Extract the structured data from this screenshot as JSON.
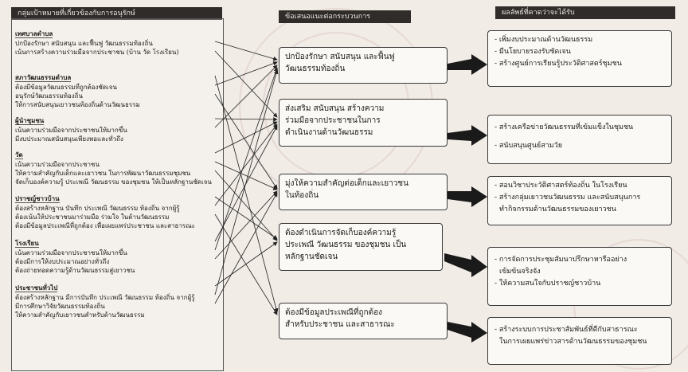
{
  "left_header": "กลุ่มเป้าหมายที่เกี่ยวข้องกับการอนุรักษ์",
  "middle_header": "ข้อเสนอแนะต่อกระบวนการ",
  "right_header": "ผลลัพธ์ที่คาดว่าจะได้รับ",
  "left_groups": [
    {
      "header": "เทศบาลตำบล",
      "items": [
        "ปกป้องรักษา สนับสนุน และฟื้นฟู วัฒนธรรมท้องถิ่น",
        "เน้นการสร้างความร่วมมือจากประชาชน (บ้าน วัด โรงเรียน)"
      ]
    },
    {
      "header": "สภาวัฒนธรรมตำบล",
      "items": [
        "ต้องมีข้อมูลวัฒนธรรมที่ถูกต้องชัดเจน",
        "อนุรักษ์วัฒนธรรมท้องถิ่น",
        "ให้การสนับสนุนเยาวชนท้องถิ่นด้านวัฒนธรรม"
      ]
    },
    {
      "header": "ผู้นำชุมชน",
      "items": [
        "เน้นความร่วมมือจากประชาชนให้มากขึ้น",
        "มีงบประมาณสนับสนุนเพียงพอและทั่วถึง"
      ]
    },
    {
      "header": "วัด",
      "items": [
        "เน้นความร่วมมือจากประชาชน",
        "ให้ความสำคัญกับเด็กและเยาวชน ในการพัฒนาวัฒนธรรมชุมชน",
        "จัดเก็บองค์ความรู้ ประเพณี วัฒนธรรม ของชุมชน ให้เป็นหลักฐานชัดเจน"
      ]
    },
    {
      "header": "ปราชญ์ชาวบ้าน",
      "items": [
        "ต้องสร้างหลักฐาน บันทึก ประเพณี วัฒนธรรม ท้องถิ่น จากผู้รู้",
        "ต้องเน้นให้ประชาชนมาร่วมมือ ร่วมใจ ในด้านวัฒนธรรม",
        "ต้องมีข้อมูลประเพณีที่ถูกต้อง เพื่อเผยแพร่ประชาชน และสาธารณะ"
      ]
    },
    {
      "header": "โรงเรียน",
      "items": [
        "เน้นความร่วมมือจากประชาชนให้มากขึ้น",
        "ต้องมีการให้งบประมาณอย่างทั่วถึง",
        "ต้องถ่ายทอดความรู้ด้านวัฒนธรรมสู่เยาวชน"
      ]
    },
    {
      "header": "ประชาชนทั่วไป",
      "items": [
        "ต้องสร้างหลักฐาน มีการบันทึก ประเพณี วัฒนธรรม ท้องถิ่น จากผู้รู้",
        "มีการศึกษาวิจัยวัฒนธรรมท้องถิ่น",
        "ให้ความสำคัญกับเยาวชนสำหรับด้านวัฒนธรรม"
      ]
    }
  ],
  "middle_boxes": [
    {
      "lines": [
        "ปกป้องรักษา สนับสนุน และฟื้นฟู",
        "วัฒนธรรมท้องถิ่น"
      ]
    },
    {
      "lines": [
        "ส่งเสริม สนับสนุน สร้างความ",
        "ร่วมมือจากประชาชนในการ",
        "ดำเนินงานด้านวัฒนธรรม"
      ]
    },
    {
      "lines": [
        "มุ่งให้ความสำคัญต่อเด็กและเยาวชน",
        "ในท้องถิ่น"
      ]
    },
    {
      "lines": [
        "ต้องดำเนินการจัดเก็บองค์ความรู้",
        "ประเพณี วัฒนธรรม ของชุมชน เป็น",
        "หลักฐานชัดเจน"
      ]
    },
    {
      "lines": [
        "ต้องมีข้อมูลประเพณีที่ถูกต้อง",
        "สำหรับประชาชน และสาธารณะ"
      ]
    }
  ],
  "result_boxes": [
    {
      "items": [
        "- เพิ่มงบประมาณด้านวัฒนธรรม",
        "- มีนโยบายรองรับชัดเจน",
        "- สร้างศูนย์การเรียนรู้ประวัติศาสตร์ชุมชน"
      ]
    },
    {
      "items": [
        "- สร้างเครือข่ายวัฒนธรรมที่เข้มแข็งในชุมชน",
        "- สนับสนุนศูนย์สามวัย"
      ]
    },
    {
      "items": [
        "- สอนวิชาประวัติศาสตร์ท้องถิ่น ในโรงเรียน",
        "- สร้างกลุ่มเยาวชนวัฒนธรรม และสนับสนุนการ",
        "ทำกิจกรรมด้านวัฒนธรรมของเยาวชน"
      ]
    },
    {
      "items": [
        "- การจัดการประชุมสัมนาปรึกษาหารืออย่าง",
        "เข้มข้นจริงจัง",
        "- ให้ความสนใจกับปราชญ์ชาวบ้าน"
      ]
    },
    {
      "items": [
        "- สร้างระบบการประชาสัมพันธ์ที่ดีกับสาธารณะ",
        "ในการเผยแพร่ข่าวสารด้านวัฒนธรรมของชุมชน"
      ]
    }
  ],
  "colors": {
    "header_bg": "#2f2c2a",
    "header_text": "#e9e6e1",
    "line": "#222222",
    "arrow": "#1a1a1a"
  }
}
